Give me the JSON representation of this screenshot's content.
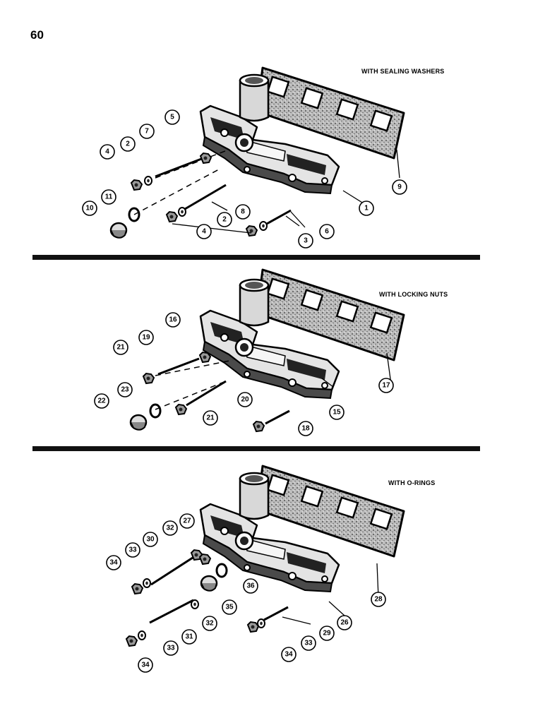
{
  "page_number": "60",
  "sections": [
    {
      "label": "WITH SEALING WASHERS"
    },
    {
      "label": "WITH LOCKING NUTS"
    },
    {
      "label": "WITH O-RINGS"
    }
  ],
  "callouts": [
    "1",
    "2",
    "2",
    "3",
    "4",
    "4",
    "5",
    "6",
    "7",
    "8",
    "9",
    "10",
    "11",
    "15",
    "16",
    "17",
    "18",
    "19",
    "20",
    "21",
    "21",
    "22",
    "23",
    "26",
    "27",
    "28",
    "29",
    "30",
    "31",
    "32",
    "32",
    "33",
    "33",
    "33",
    "34",
    "34",
    "34",
    "35",
    "36"
  ]
}
